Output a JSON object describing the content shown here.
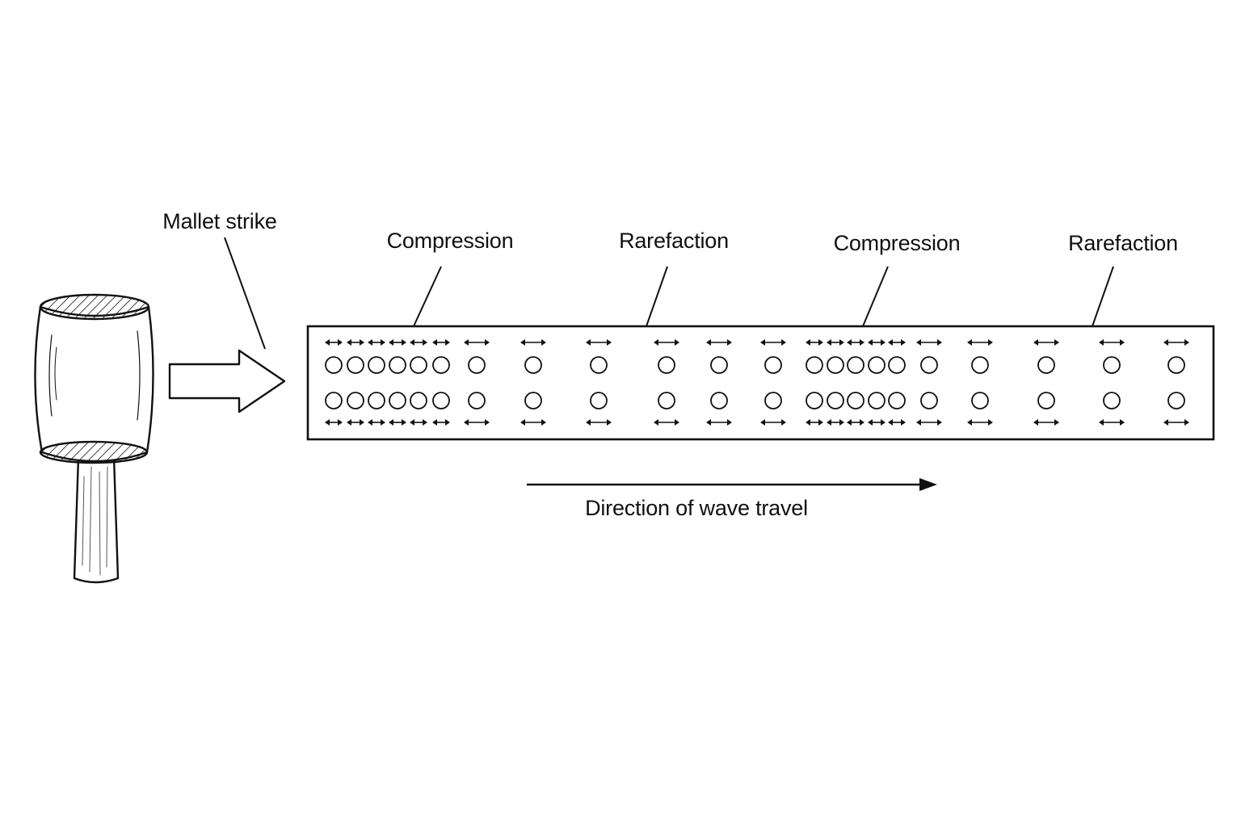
{
  "labels": {
    "mallet_strike": "Mallet strike",
    "compression_1": "Compression",
    "rarefaction_1": "Rarefaction",
    "compression_2": "Compression",
    "rarefaction_2": "Rarefaction",
    "direction": "Direction of wave travel"
  },
  "icons": {
    "mallet": "mallet-icon",
    "strike_arrow": "hollow-arrow-icon",
    "particle": "circle-icon",
    "oscillation": "double-headed-arrow-icon",
    "direction_arrow": "arrow-right-icon"
  },
  "colors": {
    "ink": "#111111",
    "background": "#ffffff"
  }
}
